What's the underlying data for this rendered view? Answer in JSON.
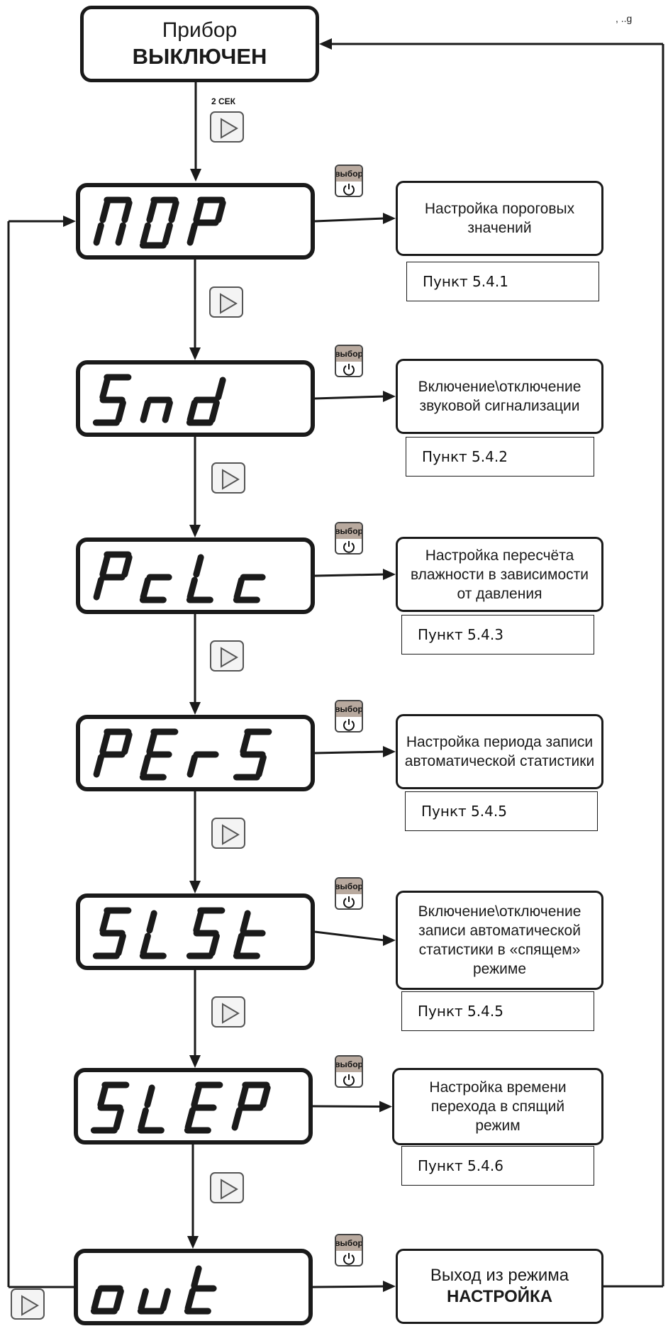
{
  "header": {
    "off_line1": "Прибор",
    "off_line2": "ВЫКЛЮЧЕН",
    "hold_label": "2 СЕК",
    "corner_text": ", ..g"
  },
  "select_button_label": "выбор",
  "menu": [
    {
      "code": "ПОР",
      "description": "Настройка пороговых\nзначений",
      "reference": "Пункт 5.4.1"
    },
    {
      "code": "Snd",
      "description": "Включение\\отключение\nзвуковой сигнализации",
      "reference": "Пункт 5.4.2"
    },
    {
      "code": "PcLc",
      "description": "Настройка пересчёта\nвлажности в зависимости\nот давления",
      "reference": "Пункт 5.4.3"
    },
    {
      "code": "PErS",
      "description": "Настройка периода записи\nавтоматической статистики",
      "reference": "Пункт 5.4.5"
    },
    {
      "code": "SLSt",
      "description": "Включение\\отключение\nзаписи автоматической\nстатистики в «спящем»\nрежиме",
      "reference": "Пункт 5.4.5"
    },
    {
      "code": "SLEP",
      "description": "Настройка времени\nперехода в спящий\nрежим",
      "reference": "Пункт 5.4.6"
    }
  ],
  "exit": {
    "code": "out",
    "line1": "Выход из режима",
    "line2": "НАСТРОЙКА"
  }
}
